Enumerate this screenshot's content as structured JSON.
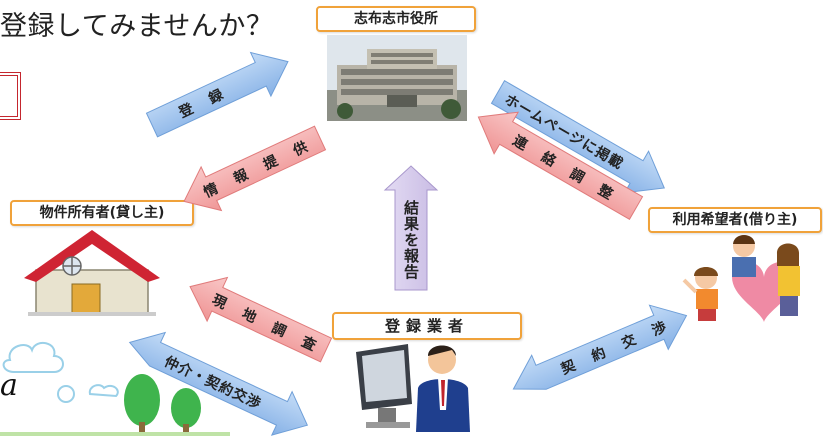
{
  "heading": "登録してみませんか？",
  "nodes": {
    "city_hall": "志布志市役所",
    "owner": "物件所有者(貸し主)",
    "user": "利用希望者(借り主)",
    "agent": "登録業者"
  },
  "arrows": {
    "register": "登 録",
    "info": "情 報 提 供",
    "homepage": "ホームページに掲載",
    "coordination": "連 絡 調 整",
    "report": "結果を報告",
    "survey": "現 地 調 査",
    "mediation": "仲介・契約交渉",
    "contract": "契 約 交 渉"
  },
  "footer_char": "a",
  "colors": {
    "blue_arrow": "#9cc3ee",
    "pink_arrow": "#f4aaaa",
    "purple_arrow": "#d7cbeb",
    "label_border": "#f0a23a",
    "red_frame": "#c4262e"
  }
}
